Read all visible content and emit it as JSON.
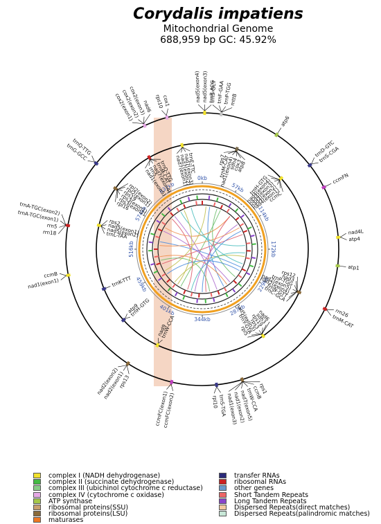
{
  "header": {
    "species": "Corydalis impatiens",
    "subtitle": "Mitochondrial Genome",
    "stats": "688,959 bp  GC: 45.92%"
  },
  "kb_ticks": [
    {
      "label": "0kb",
      "angle": 0
    },
    {
      "label": "57kb",
      "angle": 30
    },
    {
      "label": "114kb",
      "angle": 60
    },
    {
      "label": "172kb",
      "angle": 90
    },
    {
      "label": "229kb",
      "angle": 120
    },
    {
      "label": "287kb",
      "angle": 150
    },
    {
      "label": "344kb",
      "angle": 180
    },
    {
      "label": "401kb",
      "angle": 210
    },
    {
      "label": "459kb",
      "angle": 240
    },
    {
      "label": "516kb",
      "angle": 270
    },
    {
      "label": "574kb",
      "angle": 300
    },
    {
      "label": "631kb",
      "angle": 330
    }
  ],
  "gene_groups": [
    {
      "angle": 1,
      "genes": [
        "nad5(exon4)",
        "nad5(exon3)",
        "trnR-ACG"
      ],
      "color": "#f2e22e",
      "side": "out"
    },
    {
      "angle": 8,
      "genes": [
        "trnS-GCT",
        "trnF-GAA",
        "trnP-TGG",
        "mttB"
      ],
      "color": "#c8c8c8",
      "side": "out"
    },
    {
      "angle": 19,
      "genes": [
        "rps7",
        "trnM-CAT",
        "nad1(exon4)",
        "sdh4",
        "cox3",
        "atp8"
      ],
      "color": "#7a6a4a",
      "side": "in"
    },
    {
      "angle": 33,
      "genes": [
        "atp6"
      ],
      "color": "#a6c84a",
      "side": "out"
    },
    {
      "angle": 48,
      "genes": [
        "trnH-GTG",
        "nad4(exon4)",
        "nad4(exon3)",
        "nad4(exon2)",
        "nad4(exon1)",
        "ccmC"
      ],
      "color": "#f2e22e",
      "side": "in"
    },
    {
      "angle": 52,
      "genes": [
        "trnD-GTC",
        "trnS-CGA"
      ],
      "color": "#3a3a8a",
      "side": "out"
    },
    {
      "angle": 63,
      "genes": [
        "ccmFN"
      ],
      "color": "#c040c0",
      "side": "out"
    },
    {
      "angle": 85,
      "genes": [
        "nad4L",
        "atp4"
      ],
      "color": "#f2e22e",
      "side": "out"
    },
    {
      "angle": 97,
      "genes": [
        "atp1"
      ],
      "color": "#a6c84a",
      "side": "out"
    },
    {
      "angle": 114,
      "genes": [
        "rps12",
        "nad3",
        "trnP-TGG",
        "nad2(exon5)",
        "nad2(exon4)",
        "trnN-GTT",
        "trnC-GCA"
      ],
      "color": "#8a6a3a",
      "side": "in"
    },
    {
      "angle": 116,
      "genes": [
        "rrn26",
        "trnM-CAT"
      ],
      "color": "#cc2222",
      "side": "out"
    },
    {
      "angle": 145,
      "genes": [
        "nad6",
        "sdh3",
        "rps19",
        "rps3",
        "nad5(exon3)",
        "trnY-GTA",
        "rpl5"
      ],
      "color": "#f2e22e",
      "side": "in"
    },
    {
      "angle": 163,
      "genes": [
        "rps1",
        "ccmB",
        "trnW-CCA",
        "nad7(exon5)",
        "nad1(exon2)",
        "nad1(exon3)"
      ],
      "color": "#8a6a3a",
      "side": "out"
    },
    {
      "angle": 174,
      "genes": [
        "trnS-TGA",
        "rpl10"
      ],
      "color": "#3a3a8a",
      "side": "out"
    },
    {
      "angle": 193,
      "genes": [
        "ccmFC(exon2)",
        "ccmFC(exon1)"
      ],
      "color": "#c040c0",
      "side": "out"
    },
    {
      "angle": 205,
      "genes": [
        "trnW-CCA",
        "nad9"
      ],
      "color": "#f2e22e",
      "side": "in"
    },
    {
      "angle": 213,
      "genes": [
        "rps13",
        "nad2(exon1)",
        "nad2(exon2)"
      ],
      "color": "#8a6a3a",
      "side": "out"
    },
    {
      "angle": 228,
      "genes": [
        "trnH-GTG",
        "atp9"
      ],
      "color": "#3a3a8a",
      "side": "in"
    },
    {
      "angle": 248,
      "genes": [
        "trnK-TTT"
      ],
      "color": "#3a3a8a",
      "side": "in"
    },
    {
      "angle": 259,
      "genes": [
        "nad1(exon1)",
        "ccmB"
      ],
      "color": "#f2e22e",
      "side": "out"
    },
    {
      "angle": 280,
      "genes": [
        "rrn18",
        "rrn5",
        "trnA-TGC(exon1)",
        "trnA-TGC(exon2)"
      ],
      "color": "#cc2222",
      "side": "out"
    },
    {
      "angle": 283,
      "genes": [
        "trnL-TAA",
        "nad5(exon2)",
        "nad5(exon1)",
        "rps2"
      ],
      "color": "#f2e22e",
      "side": "in"
    },
    {
      "angle": 305,
      "genes": [
        "rpl16",
        "rps3(exon2)",
        "rps3(exon1)",
        "rps19",
        "rpl2(exon1)",
        "rpl2(exon2)"
      ],
      "color": "#8a6a3a",
      "side": "in"
    },
    {
      "angle": 309,
      "genes": [
        "trnG-GCC",
        "trnQ-TTG"
      ],
      "color": "#3a3a8a",
      "side": "out"
    },
    {
      "angle": 330,
      "genes": [
        "nad1(exon5)",
        "rrn5",
        "nad7(exon4)",
        "trnM-CAT",
        "trnQ-TTG"
      ],
      "color": "#cc2222",
      "side": "in"
    },
    {
      "angle": 335,
      "genes": [
        "cox2(exon1)",
        "cox2(exon2)",
        "cox2(exon3)",
        "nad6"
      ],
      "color": "#e6a8e6",
      "side": "out"
    },
    {
      "angle": 345,
      "genes": [
        "rps10",
        "cox1"
      ],
      "color": "#e6a8e6",
      "side": "out"
    },
    {
      "angle": 349,
      "genes": [
        "nad7(exon1)",
        "nad7(exon2)",
        "nad7(exon3)",
        "trnE-TTC"
      ],
      "color": "#f2e22e",
      "side": "in"
    }
  ],
  "legend": [
    {
      "label": "complex I (NADH dehydrogenase)",
      "color": "#f2e22e"
    },
    {
      "label": "complex II (succinate dehydrogenase)",
      "color": "#44bb44"
    },
    {
      "label": "complex III (ubichinol cytochrome c reductase)",
      "color": "#88cc88"
    },
    {
      "label": "complex IV (cytochrome c oxidase)",
      "color": "#e6a8e6"
    },
    {
      "label": "ATP synthase",
      "color": "#a6c84a"
    },
    {
      "label": "ribosomal proteins(SSU)",
      "color": "#c8a070"
    },
    {
      "label": "ribosomal proteins(LSU)",
      "color": "#8a6a3a"
    },
    {
      "label": "maturases",
      "color": "#ee7722"
    },
    {
      "label": "transfer RNAs",
      "color": "#2a2a7a"
    },
    {
      "label": "ribosomal RNAs",
      "color": "#cc2222"
    },
    {
      "label": "other genes",
      "color": "#6a9acc"
    },
    {
      "label": "Short Tandem Repeats",
      "color": "#ee6666"
    },
    {
      "label": "Long Tandem Repeats",
      "color": "#8844cc"
    },
    {
      "label": "Dispersed Repeats(direct matches)",
      "color": "#f2c8a0"
    },
    {
      "label": "Dispersed Repeats(palindromic matches)",
      "color": "#c8e8d8"
    }
  ],
  "colors": {
    "highlight_band": "#f2c8b0",
    "gc_ring": "#f0a020",
    "kb_label": "#3355aa",
    "links": [
      "#4488dd",
      "#66bb66",
      "#ee8844",
      "#aa66cc",
      "#dd5566",
      "#44bbbb",
      "#bbbb44"
    ]
  }
}
